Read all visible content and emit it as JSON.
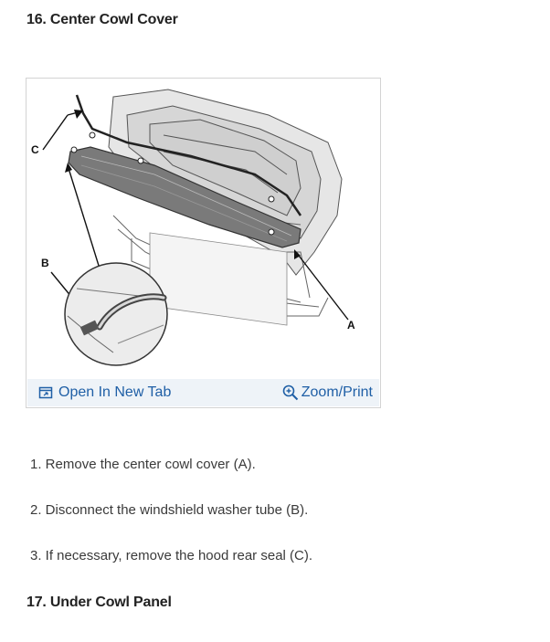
{
  "sections": {
    "current_heading": "16. Center Cowl Cover",
    "next_heading": "17. Under Cowl Panel"
  },
  "figure": {
    "callouts": {
      "a": "A",
      "b": "B",
      "c": "C"
    },
    "open_tab_label": "Open In New Tab",
    "zoom_label": "Zoom/Print",
    "open_tab_icon": "open-new-tab-icon",
    "zoom_icon": "magnifier-plus-icon",
    "link_color": "#1f5fa6",
    "bar_color": "#eef3f8"
  },
  "steps": [
    "1. Remove the center cowl cover (A).",
    "2. Disconnect the windshield washer tube (B).",
    "3. If necessary, remove the hood rear seal (C)."
  ]
}
